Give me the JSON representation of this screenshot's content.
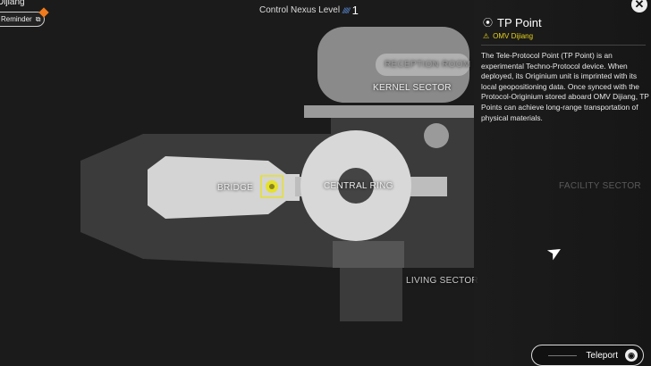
{
  "header": {
    "location_title": "Dijiang",
    "reminder_label": "Reminder",
    "nexus_label": "Control Nexus Level",
    "nexus_level": "1"
  },
  "map": {
    "labels": {
      "reception": "Reception Room",
      "kernel": "Kernel Sector",
      "bridge": "Bridge",
      "central": "Central Ring",
      "living": "Living Sector",
      "facility": "Facility Sector"
    },
    "marker_icon": "tp-point-marker",
    "marker_color": "#e6e12a"
  },
  "panel": {
    "title": "TP Point",
    "title_icon": "tp-point-icon",
    "subtitle": "OMV Dijiang",
    "subtitle_color": "#e6d21a",
    "description": "The Tele-Protocol Point (TP Point) is an experimental Techno-Protocol device. When deployed, its Originium unit is imprinted with its local geopositioning data. Once synced with the Protocol-Originium stored aboard OMV Dijiang, TP Points can achieve long-range transportation of physical materials."
  },
  "teleport": {
    "label": "Teleport"
  }
}
